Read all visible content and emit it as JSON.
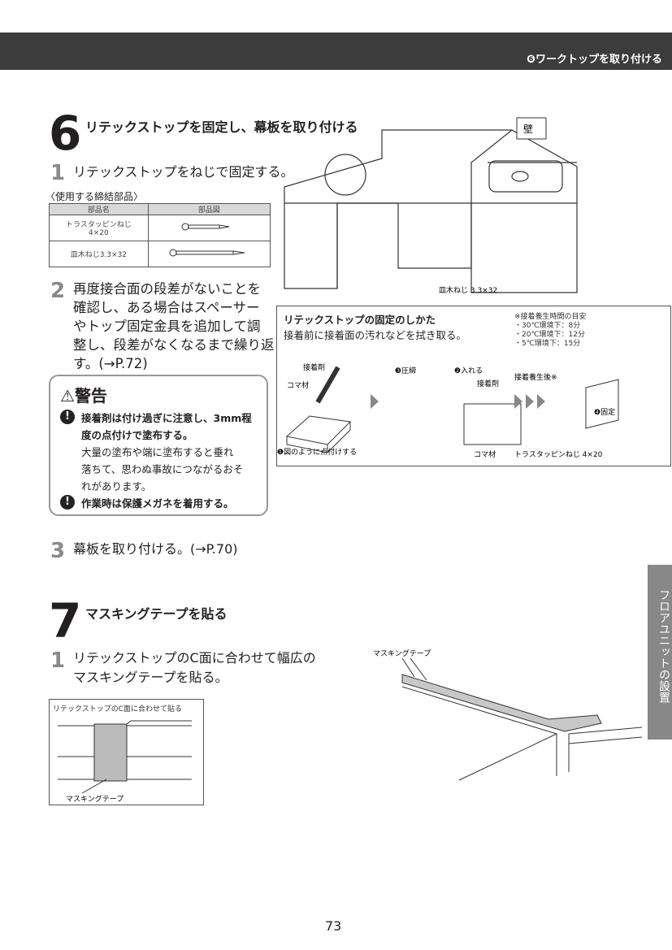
{
  "header": {
    "section": "❻ワークトップを取り付ける"
  },
  "section6": {
    "number": "6",
    "title": "リテックストップを固定し、幕板を取り付ける",
    "step1": {
      "number": "1",
      "text": "リテックストップをねじで固定する。",
      "parts_caption": "〈使用する締結部品〉",
      "table": {
        "headers": [
          "部品名",
          "部品図"
        ],
        "rows": [
          [
            "トラスタッピンねじ",
            "4×20"
          ],
          [
            "皿木ねじ3.3×32",
            ""
          ]
        ]
      }
    },
    "step2": {
      "number": "2",
      "lines": [
        "再度接合面の段差がないことを",
        "確認し、ある場合はスペーサー",
        "やトップ固定金具を追加して調",
        "整し、段差がなくなるまで繰り返",
        "す。(→P.72)"
      ]
    },
    "warning": {
      "title": "警告",
      "item1_bold": [
        "接着剤は付け過ぎに注意し、3mm程",
        "度の点付けで塗布する。"
      ],
      "item1_body": [
        "大量の塗布や端に塗布すると垂れ",
        "落ちて、思わぬ事故につながるおそ",
        "れがあります。"
      ],
      "item2_bold": "作業時は保護メガネを着用する。"
    },
    "step3": {
      "number": "3",
      "text": "幕板を取り付ける。(→P.70)"
    },
    "figure": {
      "wall_label": "壁",
      "screw_label": "皿木ねじ 3.3×32"
    },
    "howto": {
      "title": "リテックストップの固定のしかた",
      "subtitle": "接着前に接着面の汚れなどを拭き取る。",
      "cure_note": [
        "※接着養生時間の目安",
        "・30℃環境下：8分",
        "・20℃環境下：12分",
        "・5℃環境下：15分"
      ],
      "labels": {
        "adhesive": "接着剤",
        "koma": "コマ材",
        "s1": "❶図のように点付けする",
        "s3": "❸圧締",
        "s2": "❷入れる",
        "adhesive2": "接着剤",
        "koma2": "コマ材",
        "after": "接着養生後※",
        "s4": "❹固定",
        "screw": "トラスタッピンねじ 4×20"
      }
    }
  },
  "section7": {
    "number": "7",
    "title": "マスキングテープを貼る",
    "step1": {
      "number": "1",
      "lines": [
        "リテックストップのC面に合わせて幅広の",
        "マスキングテープを貼る。"
      ]
    },
    "detail": {
      "caption": "リテックストップのC面に合わせて貼る",
      "label": "マスキングテープ"
    },
    "figure_label": "マスキングテープ"
  },
  "side_tab": "フロアユニットの設置",
  "page_number": "73"
}
